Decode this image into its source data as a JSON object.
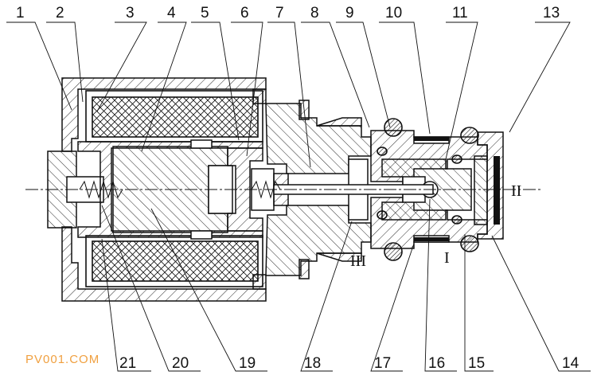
{
  "part_numbers_top": [
    "1",
    "2",
    "3",
    "4",
    "5",
    "6",
    "7",
    "8",
    "9",
    "10",
    "11",
    "13"
  ],
  "part_numbers_bottom": [
    "21",
    "20",
    "19",
    "18",
    "17",
    "16",
    "15",
    "14"
  ],
  "section_marks": {
    "I": "I",
    "II": "II",
    "III": "III"
  },
  "watermark": "PV001.COM"
}
